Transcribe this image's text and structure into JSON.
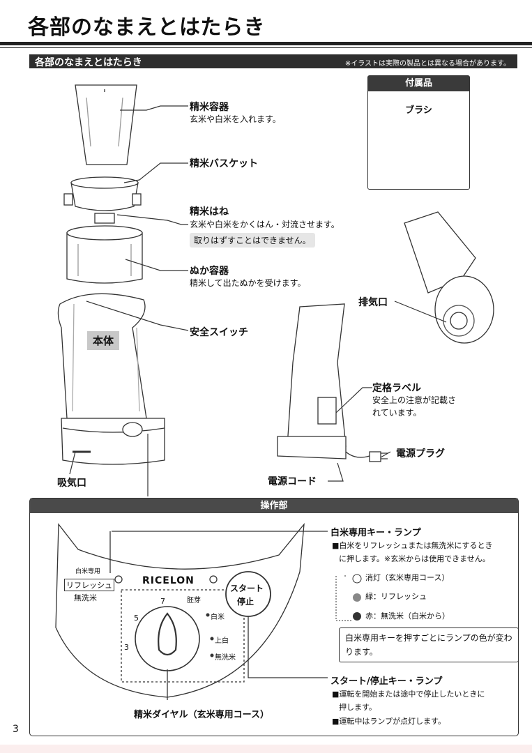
{
  "page_title": "各部のなまえとはたらき",
  "section": {
    "title": "各部のなまえとはたらき",
    "note": "※イラストは実際の製品とは異なる場合があります。"
  },
  "parts": {
    "container": {
      "label": "精米容器",
      "desc": "玄米や白米を入れます。"
    },
    "basket": {
      "label": "精米バスケット"
    },
    "blade": {
      "label": "精米はね",
      "desc": "玄米や白米をかくはん・対流させます。",
      "note": "取りはずすことはできません。"
    },
    "bran": {
      "label": "ぬか容器",
      "desc": "精米して出たぬかを受けます。"
    },
    "switch": {
      "label": "安全スイッチ"
    },
    "body": {
      "label": "本体"
    },
    "intake": {
      "label": "吸気口"
    },
    "exhaust": {
      "label": "排気口"
    },
    "rating": {
      "label": "定格ラベル",
      "desc1": "安全上の注意が記載さ",
      "desc2": "れています。"
    },
    "plug": {
      "label": "電源プラグ"
    },
    "cord": {
      "label": "電源コード"
    }
  },
  "accessory": {
    "header": "付属品",
    "item": "ブラシ"
  },
  "panel": {
    "header": "操作部",
    "brand": "RICELON",
    "button1": "スタート",
    "button2": "停止",
    "white_label": "白米専用",
    "refresh": "リフレッシュ",
    "musenmai": "無洗米",
    "dial_numbers": [
      "3",
      "5",
      "7"
    ],
    "dial_modes": [
      "胚芽",
      "白米",
      "上白",
      "無洗米"
    ],
    "dial_caption": "精米ダイヤル（玄米専用コース）",
    "key_white": {
      "title": "白米専用キー・ランプ",
      "desc1": "■白米をリフレッシュまたは無洗米にするとき",
      "desc2": "に押します。※玄米からは使用できません。",
      "states": [
        "消灯（玄米専用コース）",
        "緑：リフレッシュ",
        "赤：無洗米（白米から）"
      ],
      "note": "白米専用キーを押すごとにランプの色が変わります。"
    },
    "key_start": {
      "title": "スタート/停止キー・ランプ",
      "desc1": "■運転を開始または途中で停止したいときに",
      "desc2": "押します。",
      "desc3": "■運転中はランプが点灯します。"
    }
  },
  "page_number": "3"
}
